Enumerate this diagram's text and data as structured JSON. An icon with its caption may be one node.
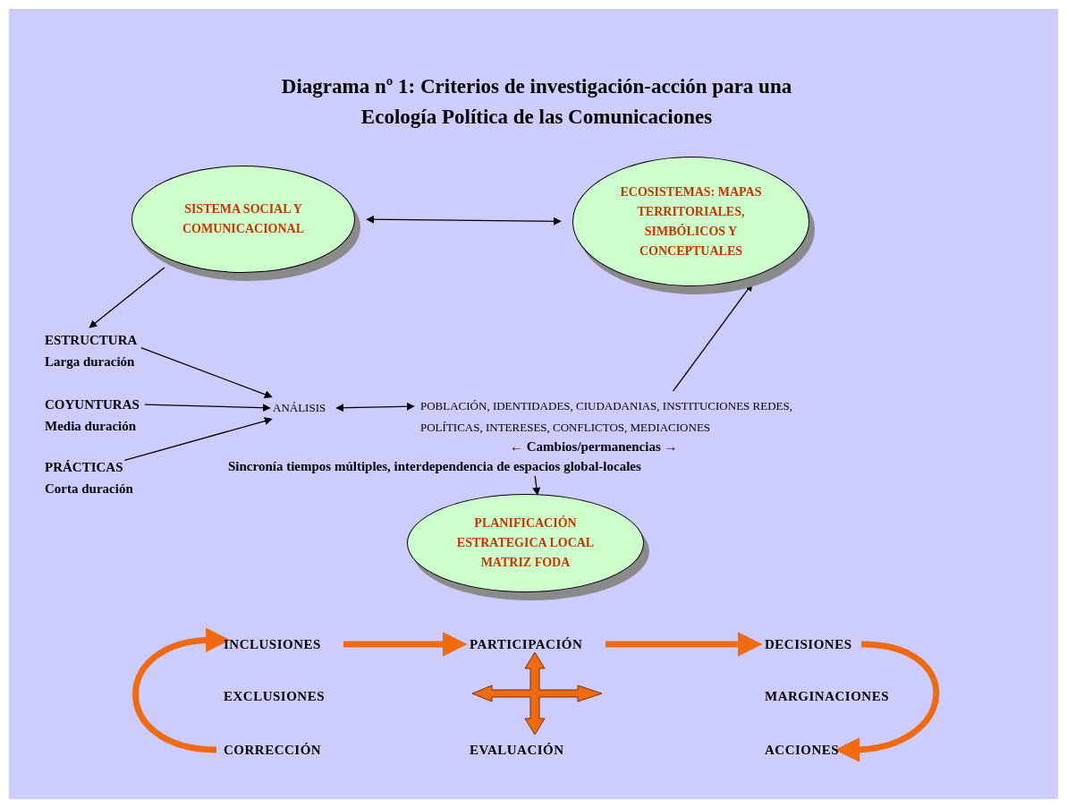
{
  "diagram": {
    "title": "Diagrama nº 1: Criterios de investigación-acción para una Ecología Política de las Comunicaciones",
    "nodes": [
      {
        "text": [
          "SISTEMA SOCIAL Y COMUNICACIONAL"
        ]
      },
      {
        "text": [
          "ECOSISTEMAS: MAPAS TERRITORIALES, SIMBÓLICOS Y CONCEPTUALES"
        ]
      },
      {
        "text": [
          "ESTRUCTURA",
          "Larga duración"
        ]
      },
      {
        "text": [
          "COYUNTURAS",
          "Media duración"
        ]
      },
      {
        "text": [
          "PRÁCTICAS",
          "Corta duración"
        ]
      },
      {
        "text": [
          "ANÁLISIS"
        ]
      },
      {
        "text": [
          "POBLACIÓN, IDENTIDADES, CIUDADANIAS, INSTITUCIONES REDES, POLÍTICAS, INTERESES, CONFLICTOS, MEDIACIONES"
        ]
      },
      {
        "text": [
          "Sincronía tiempos múltiples, interdependencia de espacios global-locales"
        ]
      },
      {
        "text": [
          "PLANIFICACIÓN ESTRATEGICA LOCAL MATRIZ FODA"
        ]
      },
      {
        "text": [
          "INCLUSIONES"
        ]
      },
      {
        "text": [
          "PARTICIPACIÓN"
        ]
      },
      {
        "text": [
          "DECISIONES"
        ]
      },
      {
        "text": [
          "EXCLUSIONES"
        ]
      },
      {
        "text": [
          "MARGINACIONES"
        ]
      },
      {
        "text": [
          "CORRECCIÓN"
        ]
      },
      {
        "text": [
          "EVALUACIÓN"
        ]
      },
      {
        "text": [
          "ACCIONES"
        ]
      }
    ],
    "edges": [
      {
        "from": 0,
        "to": 1,
        "arrow": "both"
      },
      {
        "from": 0,
        "to": 2,
        "arrow": "to"
      },
      {
        "from": 2,
        "to": 5,
        "arrow": "to"
      },
      {
        "from": 3,
        "to": 5,
        "arrow": "to"
      },
      {
        "from": 4,
        "to": 5,
        "arrow": "to"
      },
      {
        "from": 5,
        "to": 6,
        "arrow": "both"
      },
      {
        "from": 6,
        "to": 1,
        "arrow": "to"
      },
      {
        "from": 7,
        "to": 8,
        "arrow": "to"
      },
      {
        "from": 9,
        "to": 10,
        "arrow": "to",
        "style": "thick",
        "color": "#f06a10"
      },
      {
        "from": 10,
        "to": 11,
        "arrow": "to",
        "style": "thick",
        "color": "#f06a10"
      },
      {
        "from": 14,
        "to": 9,
        "arrow": "to",
        "style": "thick",
        "color": "#f06a10"
      },
      {
        "from": 11,
        "to": 16,
        "arrow": "to",
        "style": "thick",
        "color": "#f06a10"
      }
    ],
    "labels": [
      "← Cambios/permanencias →"
    ]
  }
}
